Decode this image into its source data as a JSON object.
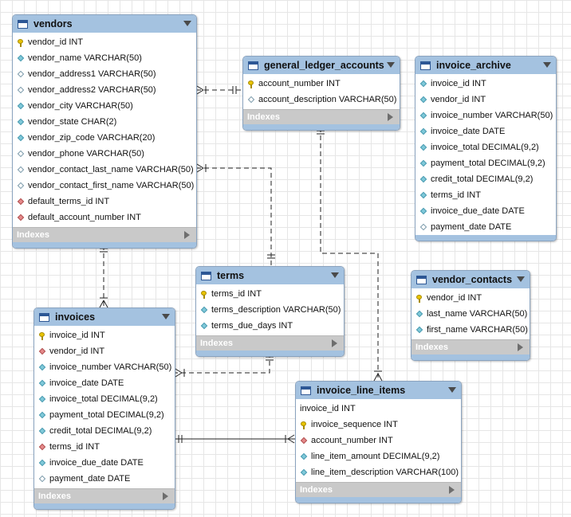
{
  "tables": [
    {
      "id": "vendors",
      "name": "vendors",
      "columns": [
        {
          "text": "vendor_id INT",
          "icon": "pk"
        },
        {
          "text": "vendor_name VARCHAR(50)",
          "icon": "col-d"
        },
        {
          "text": "vendor_address1 VARCHAR(50)",
          "icon": "nul"
        },
        {
          "text": "vendor_address2 VARCHAR(50)",
          "icon": "nul"
        },
        {
          "text": "vendor_city VARCHAR(50)",
          "icon": "col-d"
        },
        {
          "text": "vendor_state CHAR(2)",
          "icon": "col-d"
        },
        {
          "text": "vendor_zip_code VARCHAR(20)",
          "icon": "col-d"
        },
        {
          "text": "vendor_phone VARCHAR(50)",
          "icon": "nul"
        },
        {
          "text": "vendor_contact_last_name VARCHAR(50)",
          "icon": "nul"
        },
        {
          "text": "vendor_contact_first_name VARCHAR(50)",
          "icon": "nul"
        },
        {
          "text": "default_terms_id INT",
          "icon": "fk"
        },
        {
          "text": "default_account_number INT",
          "icon": "fk"
        }
      ],
      "indexes": "Indexes"
    },
    {
      "id": "gla",
      "name": "general_ledger_accounts",
      "columns": [
        {
          "text": "account_number INT",
          "icon": "pk"
        },
        {
          "text": "account_description VARCHAR(50)",
          "icon": "nul"
        }
      ],
      "indexes": "Indexes"
    },
    {
      "id": "archive",
      "name": "invoice_archive",
      "columns": [
        {
          "text": "invoice_id INT",
          "icon": "col-d"
        },
        {
          "text": "vendor_id INT",
          "icon": "col-d"
        },
        {
          "text": "invoice_number VARCHAR(50)",
          "icon": "col-d"
        },
        {
          "text": "invoice_date DATE",
          "icon": "col-d"
        },
        {
          "text": "invoice_total DECIMAL(9,2)",
          "icon": "col-d"
        },
        {
          "text": "payment_total DECIMAL(9,2)",
          "icon": "col-d"
        },
        {
          "text": "credit_total DECIMAL(9,2)",
          "icon": "col-d"
        },
        {
          "text": "terms_id INT",
          "icon": "col-d"
        },
        {
          "text": "invoice_due_date DATE",
          "icon": "col-d"
        },
        {
          "text": "payment_date DATE",
          "icon": "nul"
        }
      ],
      "indexes": null
    },
    {
      "id": "terms",
      "name": "terms",
      "columns": [
        {
          "text": "terms_id INT",
          "icon": "pk"
        },
        {
          "text": "terms_description VARCHAR(50)",
          "icon": "col-d"
        },
        {
          "text": "terms_due_days INT",
          "icon": "col-d"
        }
      ],
      "indexes": "Indexes"
    },
    {
      "id": "contacts",
      "name": "vendor_contacts",
      "columns": [
        {
          "text": "vendor_id INT",
          "icon": "pk"
        },
        {
          "text": "last_name VARCHAR(50)",
          "icon": "col-d"
        },
        {
          "text": "first_name VARCHAR(50)",
          "icon": "col-d"
        }
      ],
      "indexes": "Indexes"
    },
    {
      "id": "invoices",
      "name": "invoices",
      "columns": [
        {
          "text": "invoice_id INT",
          "icon": "pk"
        },
        {
          "text": "vendor_id INT",
          "icon": "fk"
        },
        {
          "text": "invoice_number VARCHAR(50)",
          "icon": "col-d"
        },
        {
          "text": "invoice_date DATE",
          "icon": "col-d"
        },
        {
          "text": "invoice_total DECIMAL(9,2)",
          "icon": "col-d"
        },
        {
          "text": "payment_total DECIMAL(9,2)",
          "icon": "col-d"
        },
        {
          "text": "credit_total DECIMAL(9,2)",
          "icon": "col-d"
        },
        {
          "text": "terms_id INT",
          "icon": "fk"
        },
        {
          "text": "invoice_due_date DATE",
          "icon": "col-d"
        },
        {
          "text": "payment_date DATE",
          "icon": "nul"
        }
      ],
      "indexes": "Indexes"
    },
    {
      "id": "lineitems",
      "name": "invoice_line_items",
      "columns": [
        {
          "text": "invoice_id INT",
          "icon": "none"
        },
        {
          "text": "invoice_sequence INT",
          "icon": "pk"
        },
        {
          "text": "account_number INT",
          "icon": "fk"
        },
        {
          "text": "line_item_amount DECIMAL(9,2)",
          "icon": "col-d"
        },
        {
          "text": "line_item_description VARCHAR(100)",
          "icon": "col-d"
        }
      ],
      "indexes": "Indexes"
    }
  ]
}
